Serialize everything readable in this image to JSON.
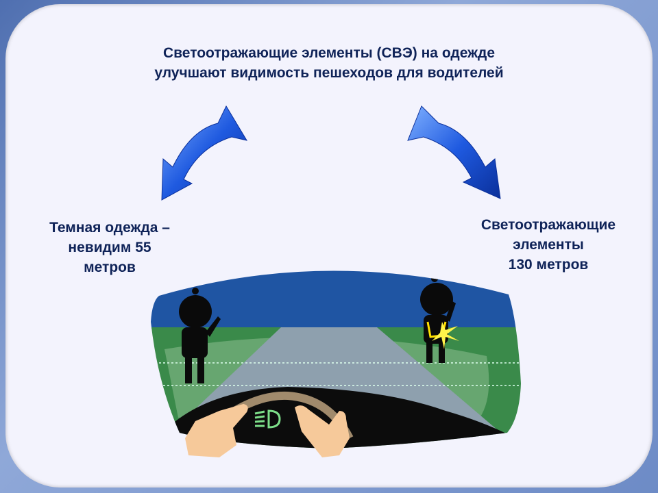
{
  "title": {
    "line1": "Светоотражающие элементы (СВЭ) на одежде",
    "line2": "улучшают  видимость пешеходов для водителей"
  },
  "left_caption": {
    "line1": "Темная одежда –",
    "line2": "невидим 55",
    "line3": "метров"
  },
  "right_caption": {
    "line1": "Светоотражающие",
    "line2": "элементы",
    "line3": "130 метров"
  },
  "colors": {
    "text": "#0f2358",
    "sky": "#1f55a3",
    "grass": "#3a8a4a",
    "road": "#8ea0ae",
    "arrow": "#1a4fd8"
  }
}
